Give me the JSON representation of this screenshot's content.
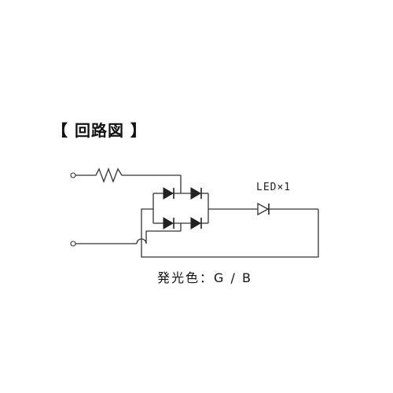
{
  "heading": "【 回路図 】",
  "led_label": "LED×1",
  "emission_color_label": "発光色：G / B",
  "components": {
    "terminals": [
      "terminal-top",
      "terminal-bottom"
    ],
    "resistor": "resistor",
    "bridge_rectifier": "bridge-rectifier",
    "led": "led"
  }
}
